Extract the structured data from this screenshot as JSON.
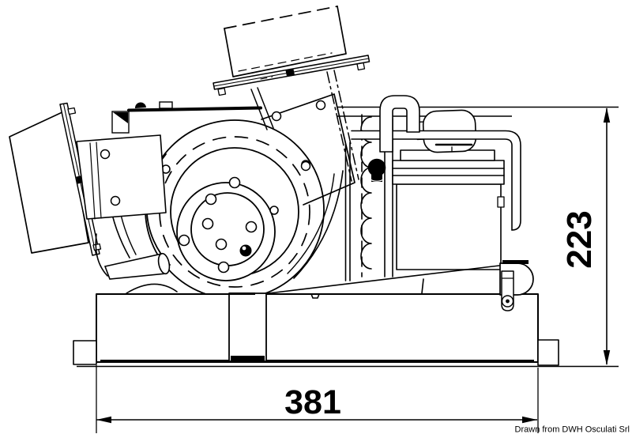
{
  "page": {
    "background_color": "#ffffff",
    "line_color": "#000000"
  },
  "drawing": {
    "type": "technical-line-drawing",
    "subject": "side view of marine self-contained blower and compressor unit",
    "dimension_width": {
      "value": "381"
    },
    "dimension_height": {
      "value": "223"
    },
    "credit": "Drawn from DWH Osculati Srl"
  }
}
